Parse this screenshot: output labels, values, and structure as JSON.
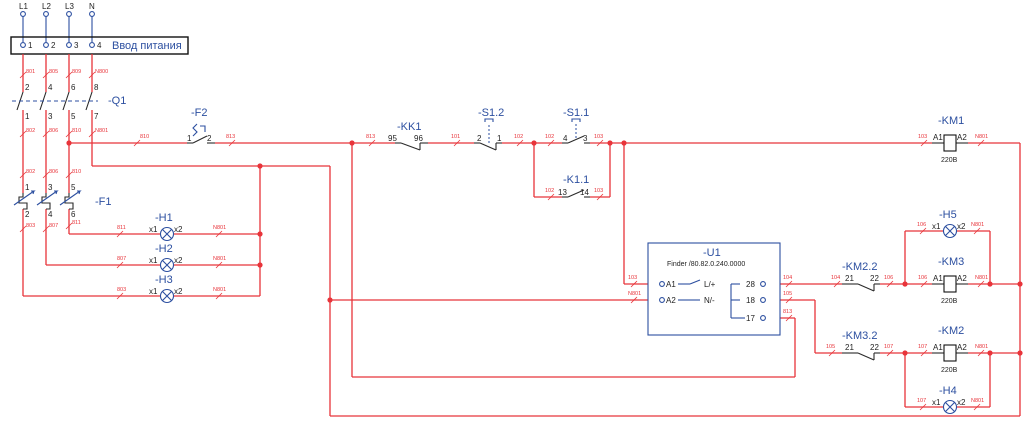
{
  "supply": {
    "phases": [
      "L1",
      "L2",
      "L3",
      "N"
    ],
    "pins": [
      "1",
      "2",
      "3",
      "4"
    ],
    "label": "Ввод питания"
  },
  "refs": {
    "q1": "-Q1",
    "f1": "-F1",
    "f2": "-F2",
    "kk1": "-KK1",
    "s12": "-S1.2",
    "s11": "-S1.1",
    "k11": "-K1.1",
    "km1": "-KM1",
    "h1": "-H1",
    "h2": "-H2",
    "h3": "-H3",
    "u1": "-U1",
    "h5": "-H5",
    "km3": "-KM3",
    "km22": "-KM2.2",
    "km32": "-KM3.2",
    "km2": "-KM2",
    "h4": "-H4"
  },
  "u1_model": "Finder /80.82.0.240.0000",
  "u1_pins": {
    "a1": "A1",
    "a2": "A2",
    "lp": "L/+",
    "nm": "N/-",
    "p28": "28",
    "p18": "18",
    "p17": "17"
  },
  "coil": {
    "a1": "A1",
    "a2": "A2",
    "voltage": "220В"
  },
  "lamp": {
    "x1": "x1",
    "x2": "x2"
  },
  "q1_pins": {
    "top": [
      "2",
      "4",
      "6",
      "8"
    ],
    "bottom": [
      "1",
      "3",
      "5",
      "7"
    ]
  },
  "f1_pins": {
    "top": [
      "1",
      "3",
      "5"
    ],
    "bottom": [
      "2",
      "4",
      "6"
    ]
  },
  "contact_pins": {
    "f2": [
      "1",
      "2"
    ],
    "kk1": [
      "95",
      "96"
    ],
    "s12": [
      "2",
      "1"
    ],
    "s11": [
      "4",
      "3"
    ],
    "k11": [
      "13",
      "14"
    ],
    "km22": [
      "21",
      "22"
    ],
    "km32": [
      "21",
      "22"
    ]
  },
  "wire_tags": {
    "t801a": "801",
    "t805a": "805",
    "t809a": "809",
    "tn800": "N800",
    "t802a": "802",
    "t806a": "806",
    "t810a": "810",
    "tn801q": "N801",
    "t802b": "802",
    "t806b": "806",
    "t810b": "810",
    "t803": "803",
    "t807": "807",
    "t811": "811",
    "t810c": "810",
    "t813a": "813",
    "t813b": "813",
    "t101": "101",
    "t102a": "102",
    "t102b": "102",
    "t103a": "103",
    "t102c": "102",
    "t103b": "103",
    "t103c": "103",
    "tn801a": "N801",
    "t811h": "811",
    "tn801h1": "N801",
    "t807h": "807",
    "tn801h2": "N801",
    "t803h": "803",
    "tn801h3": "N801",
    "t103u": "103",
    "tn801u": "N801",
    "t104a": "104",
    "t104b": "104",
    "t106a": "106",
    "t106b": "106",
    "tn801h5": "N801",
    "t106c": "106",
    "tn801km3": "N801",
    "t105a": "105",
    "t105b": "105",
    "t107a": "107",
    "t107b": "107",
    "tn801km2": "N801",
    "t107c": "107",
    "tn801h4": "N801",
    "t813u": "813"
  }
}
